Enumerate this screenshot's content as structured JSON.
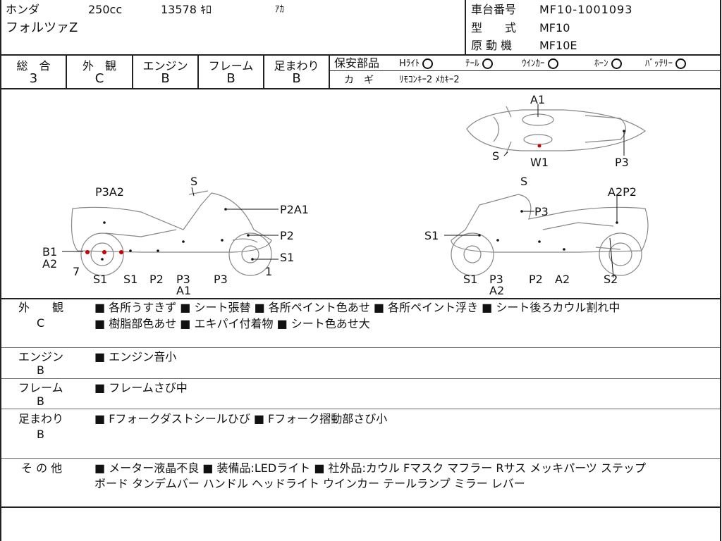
{
  "header": {
    "maker": "ホンダ",
    "displacement": "250cc",
    "mileage": "13578 ｷﾛ",
    "color": "ｱｶ",
    "model": "フォルツァZ",
    "frame_no_label": "車台番号",
    "frame_no": "MF10-1001093",
    "type_label": "型　　式",
    "type_value": "MF10",
    "engine_label": "原 動 機",
    "engine_value": "MF10E"
  },
  "grades": [
    {
      "label": "総　合",
      "value": "3"
    },
    {
      "label": "外　観",
      "value": "C"
    },
    {
      "label": "エンジン",
      "value": "B"
    },
    {
      "label": "フレーム",
      "value": "B"
    },
    {
      "label": "足まわり",
      "value": "B"
    }
  ],
  "safety": {
    "label": "保安部品",
    "items": [
      "Hﾗｲﾄ",
      "ﾃｰﾙ",
      "ｳｲﾝｶｰ",
      "ﾎｰﾝ",
      "ﾊﾞｯﾃﾘｰ"
    ],
    "key_label": "カ　ギ",
    "key_value": "ﾘﾓｺﾝｷｰ2 ﾒｶｷｰ2"
  },
  "diagram": {
    "top_labels": [
      "A1",
      "S",
      "W1",
      "P3"
    ],
    "left_labels": [
      "S",
      "P3A2",
      "P2A1",
      "P2",
      "B1",
      "A2",
      "S1",
      "7",
      "1",
      "S1",
      "S1",
      "P2",
      "P3",
      "A1",
      "P3"
    ],
    "right_labels": [
      "S",
      "A2P2",
      "P3",
      "S1",
      "S1",
      "P3",
      "A2",
      "P2",
      "A2",
      "S2"
    ]
  },
  "remarks": [
    {
      "label": "外　　観",
      "grade": "C",
      "lines": [
        "■ 各所うすきず ■ シート張替 ■ 各所ペイント色あせ ■ 各所ペイント浮き ■ シート後ろカウル割れ中",
        "■ 樹脂部色あせ ■ エキパイ付着物 ■ シート色あせ大"
      ]
    },
    {
      "label": "エンジン",
      "grade": "B",
      "lines": [
        "■ エンジン音小"
      ]
    },
    {
      "label": "フレーム",
      "grade": "B",
      "lines": [
        "■ フレームさび中"
      ]
    },
    {
      "label": "足まわり",
      "grade": "B",
      "lines": [
        "■ Fフォークダストシールひび ■ Fフォーク摺動部さび小"
      ]
    },
    {
      "label": "そ の 他",
      "grade": "",
      "lines": [
        "■ メーター液晶不良 ■ 装備品:LEDライト ■ 社外品:カウル Fマスク マフラー Rサス メッキパーツ ステップ",
        "ボード タンデムバー ハンドル ヘッドライト ウインカー テールランプ ミラー レバー"
      ]
    }
  ]
}
